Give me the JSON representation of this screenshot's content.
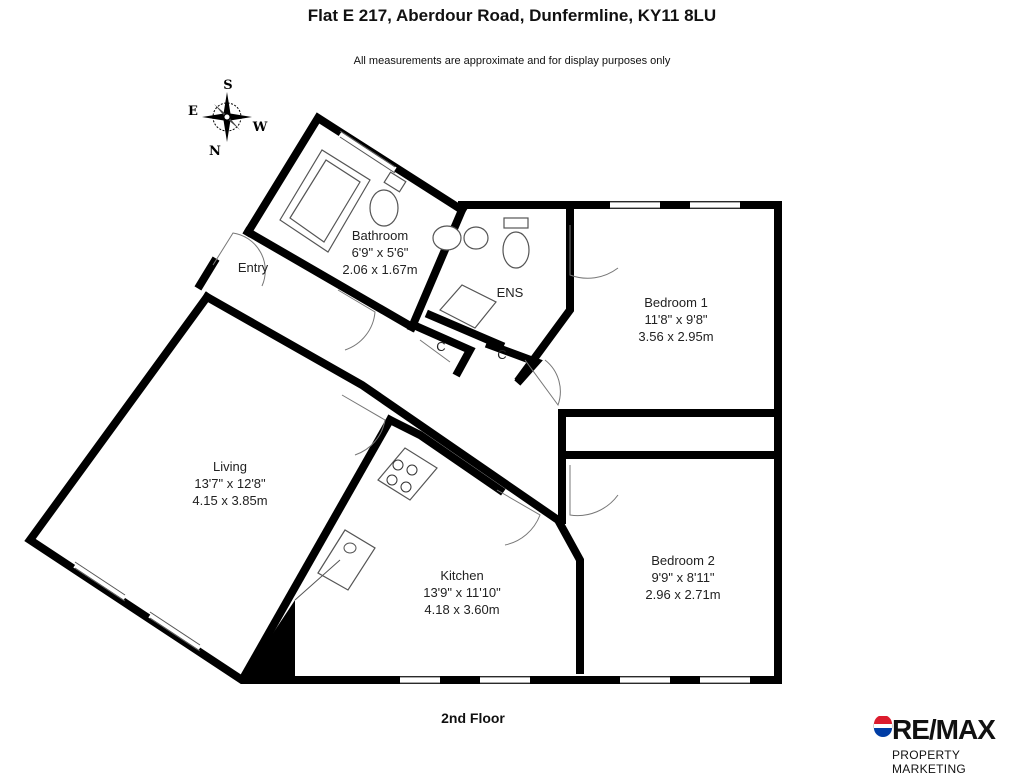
{
  "header": {
    "title": "Flat E 217, Aberdour Road, Dunfermline, KY11 8LU",
    "disclaimer": "All measurements are approximate and for display purposes only"
  },
  "floor_label": "2nd Floor",
  "compass": {
    "n": "N",
    "s": "S",
    "e": "E",
    "w": "W"
  },
  "rooms": {
    "bathroom": {
      "name": "Bathroom",
      "imperial": "6'9\" x 5'6\"",
      "metric": "2.06 x 1.67m"
    },
    "entry": {
      "name": "Entry"
    },
    "ens": {
      "name": "ENS"
    },
    "cupboard1": {
      "name": "C"
    },
    "cupboard2": {
      "name": "C"
    },
    "bedroom1": {
      "name": "Bedroom 1",
      "imperial": "11'8\" x 9'8\"",
      "metric": "3.56 x 2.95m"
    },
    "living": {
      "name": "Living",
      "imperial": "13'7\" x 12'8\"",
      "metric": "4.15 x 3.85m"
    },
    "kitchen": {
      "name": "Kitchen",
      "imperial": "13'9\" x 11'10\"",
      "metric": "4.18 x 3.60m"
    },
    "bedroom2": {
      "name": "Bedroom 2",
      "imperial": "9'9\" x 8'11\"",
      "metric": "2.96 x 2.71m"
    }
  },
  "brand": {
    "name": "RE/MAX",
    "sub": "PROPERTY MARKETING",
    "colors": {
      "red": "#dc1c2e",
      "blue": "#003da5",
      "text": "#1a1a1a"
    }
  }
}
